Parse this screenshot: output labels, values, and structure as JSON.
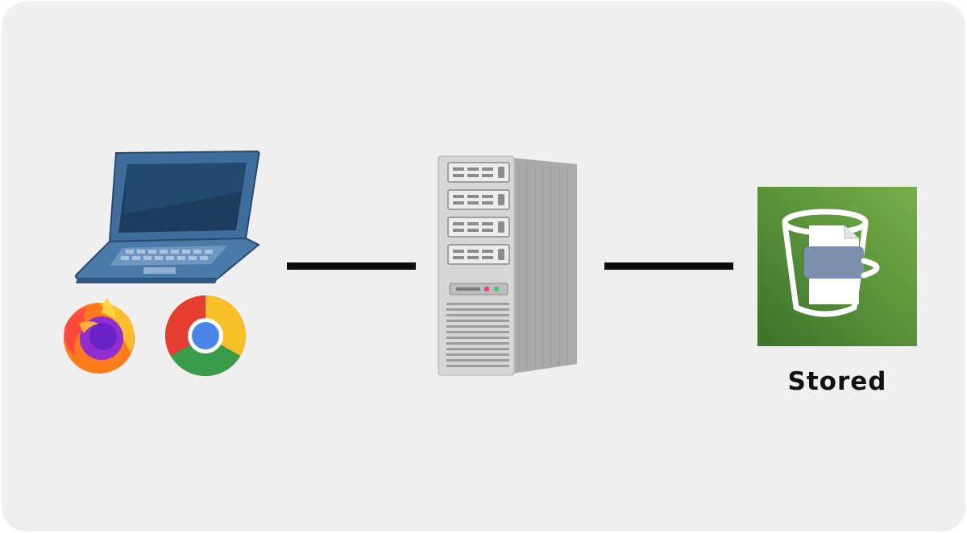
{
  "diagram": {
    "nodes": [
      {
        "id": "client",
        "icon": "laptop-icon",
        "sub_icons": [
          "firefox-icon",
          "chrome-icon"
        ]
      },
      {
        "id": "server",
        "icon": "server-tower-icon"
      },
      {
        "id": "storage",
        "icon": "storage-bucket-icon",
        "label": "Stored"
      }
    ],
    "edges": [
      {
        "from": "client",
        "to": "server"
      },
      {
        "from": "server",
        "to": "storage"
      }
    ]
  },
  "colors": {
    "background": "#efefef",
    "laptop_body": "#3f6e9c",
    "laptop_screen": "#1d3d5e",
    "connector": "#0d0d0d",
    "bucket_tile_dark": "#3f7a2e",
    "bucket_tile_light": "#75ad48",
    "server_body": "#d5d5d5"
  }
}
